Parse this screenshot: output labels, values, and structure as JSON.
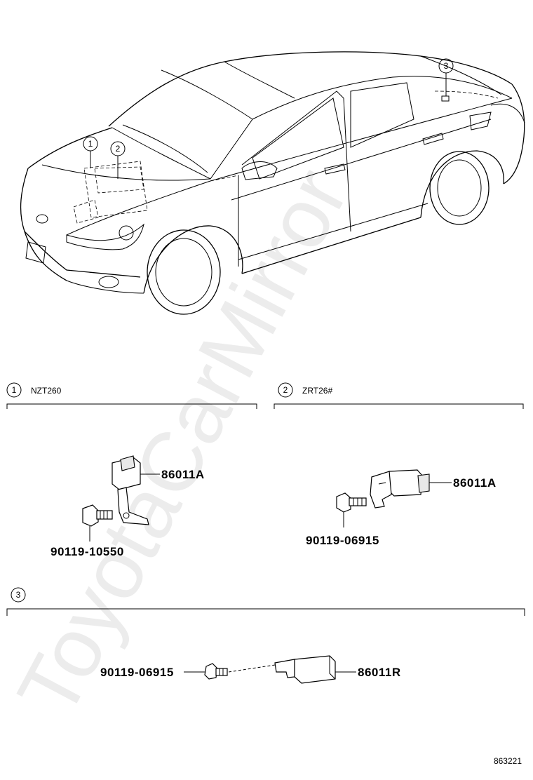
{
  "watermark": "ToyotaCarMirror",
  "overview": {
    "callouts": [
      "1",
      "2",
      "3"
    ]
  },
  "sections": [
    {
      "number": "1",
      "model_label": "NZT260",
      "part_number": "86011A",
      "bolt_number": "90119-10550"
    },
    {
      "number": "2",
      "model_label": "ZRT26#",
      "part_number": "86011A",
      "bolt_number": "90119-06915"
    },
    {
      "number": "3",
      "model_label": "",
      "part_number": "86011R",
      "bolt_number": "90119-06915"
    }
  ],
  "figure_id": "863221"
}
